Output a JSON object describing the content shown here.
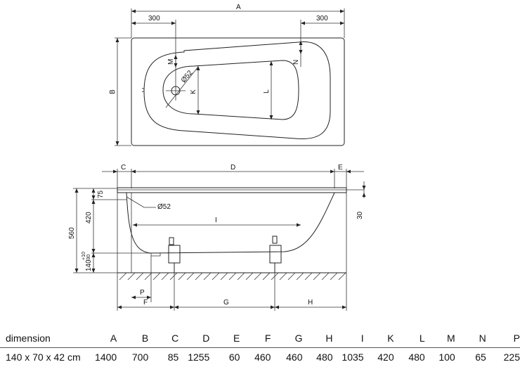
{
  "labels": {
    "A": "A",
    "B": "B",
    "C": "C",
    "D": "D",
    "E": "E",
    "F": "F",
    "G": "G",
    "H": "H",
    "I": "I",
    "K": "K",
    "L": "L",
    "M": "M",
    "N": "N",
    "top_left_300": "300",
    "top_right_300": "300",
    "drain_dia_top": "Ø52",
    "drain_dia_side": "Ø52",
    "side_75": "75",
    "side_420": "420",
    "side_560": "560",
    "side_140": "140",
    "side_plus10": "+10",
    "side_minus30": "-30",
    "side_30": "30",
    "side_P": "P"
  },
  "table": {
    "header": [
      "dimension",
      "A",
      "B",
      "C",
      "D",
      "E",
      "F",
      "G",
      "H",
      "I",
      "K",
      "L",
      "M",
      "N",
      "P"
    ],
    "row": [
      "140 x 70 x 42 cm",
      "1400",
      "700",
      "85",
      "1255",
      "60",
      "460",
      "460",
      "480",
      "1035",
      "420",
      "480",
      "100",
      "65",
      "225"
    ]
  }
}
